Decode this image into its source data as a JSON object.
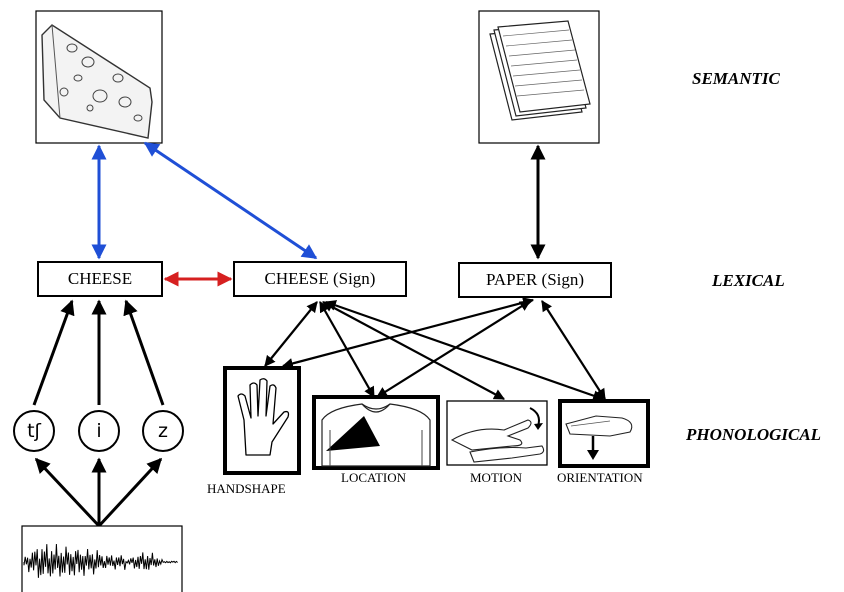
{
  "levels": {
    "semantic": "SEMANTIC",
    "lexical": "LEXICAL",
    "phonological": "PHONOLOGICAL"
  },
  "lexical_nodes": {
    "cheese_word": "CHEESE",
    "cheese_sign": "CHEESE (Sign)",
    "paper_sign": "PAPER (Sign)"
  },
  "phonemes": [
    "tʃ",
    "i",
    "z"
  ],
  "sign_parameters": {
    "handshape": "HANDSHAPE",
    "location": "LOCATION",
    "motion": "MOTION",
    "orientation": "ORIENTATION"
  },
  "images": {
    "cheese": "cheese-drawing",
    "paper": "paper-stack-drawing",
    "waveform": "speech-waveform"
  },
  "colors": {
    "semantic_link": "#1f4fd6",
    "cross_modal_link": "#d62020",
    "default_link": "#000000"
  }
}
